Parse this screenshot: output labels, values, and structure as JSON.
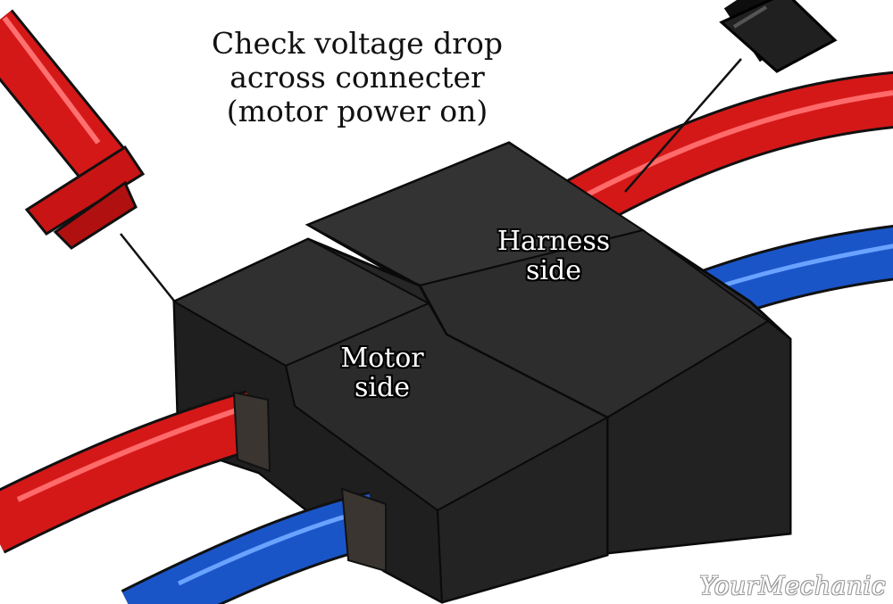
{
  "caption": {
    "line1": "Check voltage drop",
    "line2": "across connecter",
    "line3": "(motor power on)"
  },
  "labels": {
    "harness": {
      "line1": "Harness",
      "line2": "side"
    },
    "motor": {
      "line1": "Motor",
      "line2": "side"
    }
  },
  "watermark": "YourMechanic",
  "colors": {
    "red_wire": "#d41818",
    "blue_wire": "#1a55c8",
    "connector": "#262626",
    "probe_black": "#1c1c1c"
  }
}
